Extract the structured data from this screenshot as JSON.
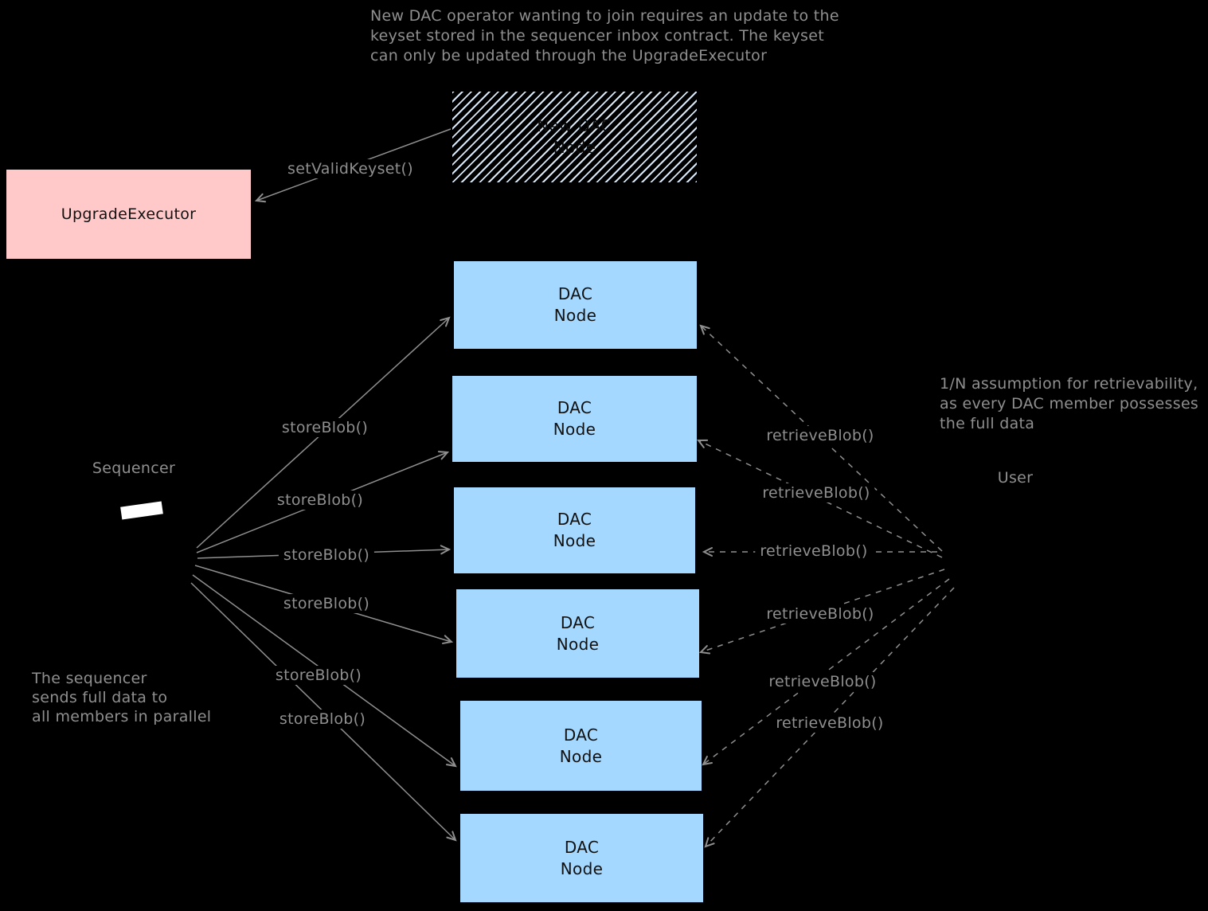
{
  "colors": {
    "background": "#000000",
    "pink_box": "#ffc9c9",
    "blue_box": "#a5d8ff",
    "hatch_lines": "#d7e7f5",
    "gray_text": "#8f8f8f",
    "box_text": "#111111",
    "white_mark": "#ffffff"
  },
  "top_note": {
    "lines": [
      "New DAC operator wanting to join requires an update to the",
      "keyset stored in the sequencer inbox contract. The keyset",
      "can only be updated through the UpgradeExecutor"
    ]
  },
  "new_dac_node": {
    "line1": "New DAC",
    "line2": "Node"
  },
  "upgrade_executor": {
    "label": "UpgradeExecutor"
  },
  "set_valid_keyset_label": "setValidKeyset()",
  "sequencer": {
    "label": "Sequencer"
  },
  "user": {
    "label": "User"
  },
  "dac_nodes": [
    {
      "line1": "DAC",
      "line2": "Node"
    },
    {
      "line1": "DAC",
      "line2": "Node"
    },
    {
      "line1": "DAC",
      "line2": "Node"
    },
    {
      "line1": "DAC",
      "line2": "Node"
    },
    {
      "line1": "DAC",
      "line2": "Node"
    },
    {
      "line1": "DAC",
      "line2": "Node"
    }
  ],
  "store_blob_labels": [
    "storeBlob()",
    "storeBlob()",
    "storeBlob()",
    "storeBlob()",
    "storeBlob()",
    "storeBlob()"
  ],
  "retrieve_blob_labels": [
    "retrieveBlob()",
    "retrieveBlob()",
    "retrieveBlob()",
    "retrieveBlob()",
    "retrieveBlob()",
    "retrieveBlob()"
  ],
  "sequencer_note": {
    "lines": [
      "The sequencer",
      "sends full data to",
      "all members in parallel"
    ]
  },
  "retrievability_note": {
    "lines": [
      "1/N assumption for retrievability,",
      "as every DAC member possesses",
      "the full data"
    ]
  }
}
